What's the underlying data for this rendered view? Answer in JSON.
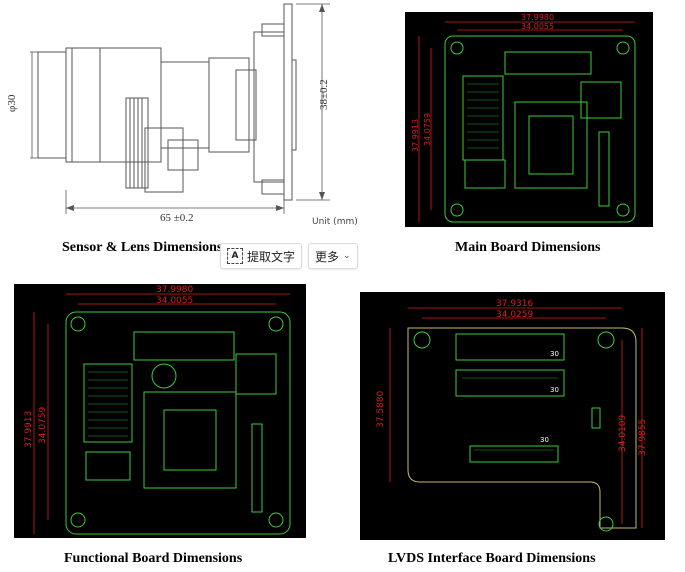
{
  "panels": {
    "sensor": {
      "caption": "Sensor & Lens Dimensions",
      "dim_height": "38±0.2",
      "dim_diameter": "φ30",
      "dim_length": "65 ±0.2",
      "unit": "Unit (mm)"
    },
    "main": {
      "caption": "Main Board Dimensions",
      "dim_top_outer": "37.9980",
      "dim_top_inner": "34.0055",
      "dim_left_outer": "37.9913",
      "dim_left_inner": "34.0759"
    },
    "functional": {
      "caption": "Functional Board Dimensions",
      "dim_top_outer": "37.9980",
      "dim_top_inner": "34.0055",
      "dim_left_outer": "37.9913",
      "dim_left_inner": "34.0759"
    },
    "lvds": {
      "caption": "LVDS Interface Board Dimensions",
      "dim_top_outer": "37.9316",
      "dim_top_inner": "34.0259",
      "dim_left": "37.5880",
      "dim_right_inner": "34.0109",
      "dim_right_outer": "37.9855",
      "pin_30a": "30",
      "pin_30b": "30",
      "pin_30c": "30"
    }
  },
  "toolbar": {
    "extract_text_label": "提取文字",
    "more_label": "更多"
  },
  "colors": {
    "dim_red": "#d81e1e",
    "pcb_green": "#3ccc3c",
    "pcb_bg": "#000000",
    "line_gray": "#555555"
  }
}
